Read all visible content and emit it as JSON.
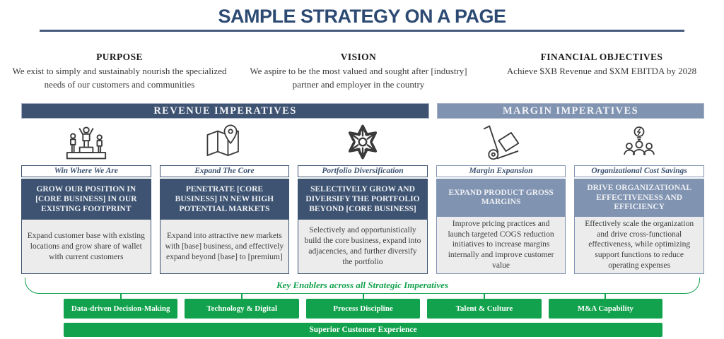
{
  "page": {
    "title": "SAMPLE STRATEGY ON A PAGE"
  },
  "top_sections": [
    {
      "heading": "PURPOSE",
      "text": "We exist to simply and sustainably nourish the specialized needs of our customers and communities"
    },
    {
      "heading": "VISION",
      "text": "We aspire to be the most valued and sought after [industry] partner and employer in the country"
    },
    {
      "heading": "FINANCIAL OBJECTIVES",
      "text": "Achieve $XB Revenue and $XM EBITDA by 2028"
    }
  ],
  "banners": [
    {
      "label": "REVENUE IMPERATIVES"
    },
    {
      "label": "MARGIN IMPERATIVES"
    }
  ],
  "pillars": [
    {
      "group": "revenue",
      "icon": "podium-winner-icon",
      "subtitle": "Win Where We Are",
      "header": "GROW OUR POSITION IN [CORE BUSINESS] IN OUR EXISTING FOOTPRINT",
      "body": "Expand customer base with existing locations and grow share of wallet with current customers"
    },
    {
      "group": "revenue",
      "icon": "map-pin-icon",
      "subtitle": "Expand The Core",
      "header": "PENETRATE [CORE BUSINESS] IN NEW HIGH POTENTIAL MARKETS",
      "body": "Expand into attractive new markets with [base] business, and effectively expand beyond [base] to [premium]"
    },
    {
      "group": "revenue",
      "icon": "expand-arrows-icon",
      "subtitle": "Portfolio Diversification",
      "header": "SELECTIVELY GROW AND DIVERSIFY THE PORTFOLIO BEYOND [CORE BUSINESS]",
      "body": "Selectively and opportunistically build the core business, expand into adjacencies, and further diversify the portfolio"
    },
    {
      "group": "margin",
      "icon": "hand-truck-icon",
      "subtitle": "Margin Expansion",
      "header": "EXPAND PRODUCT GROSS MARGINS",
      "body": "Improve pricing practices and launch targeted COGS reduction initiatives to increase margins internally and improve customer value"
    },
    {
      "group": "margin",
      "icon": "team-idea-icon",
      "subtitle": "Organizational Cost Savings",
      "header": "DRIVE ORGANIZATIONAL EFFECTIVENESS AND EFFICIENCY",
      "body": "Effectively scale the organization and drive cross-functional effectiveness, while optimizing support functions to reduce operating expenses"
    }
  ],
  "enablers": {
    "caption": "Key Enablers across all Strategic Imperatives",
    "items": [
      {
        "label": "Data-driven Decision-Making"
      },
      {
        "label": "Technology & Digital"
      },
      {
        "label": "Process Discipline"
      },
      {
        "label": "Talent & Culture"
      },
      {
        "label": "M&A Capability"
      }
    ],
    "footer": "Superior Customer Experience"
  },
  "colors": {
    "title": "#2d4a73",
    "navy": "#3d5371",
    "slate": "#8094b2",
    "green": "#12a24d",
    "body_bg": "#ececec"
  }
}
